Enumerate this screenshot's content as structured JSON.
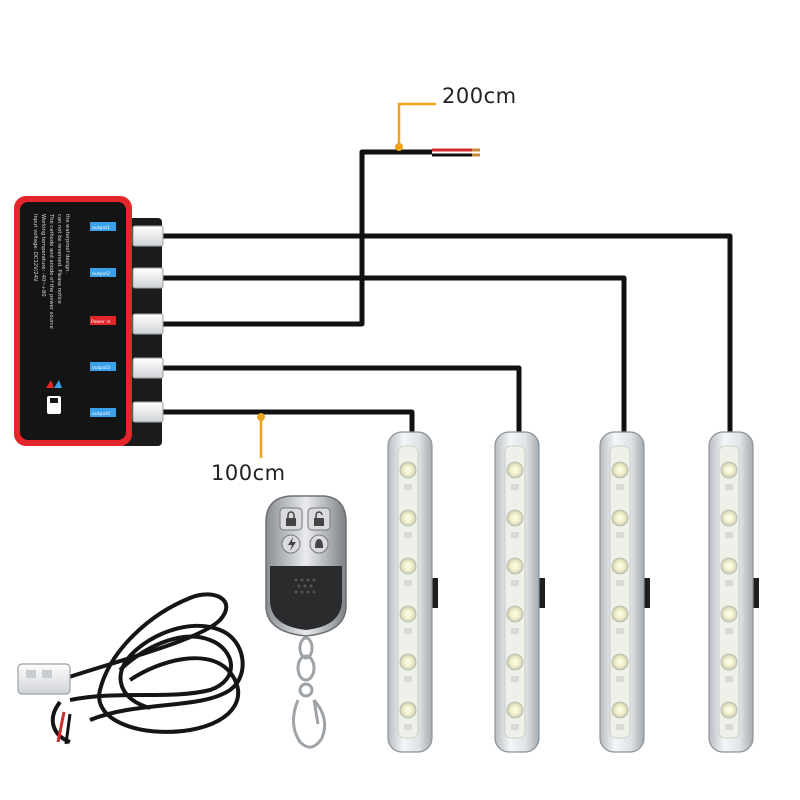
{
  "dimensions": {
    "power_cable_length": "200cm",
    "output_cable_length": "100cm"
  },
  "control_box": {
    "port_tags": [
      "output1",
      "output2",
      "Power in",
      "output3",
      "output4"
    ],
    "instructions": [
      "Input voltage: DC12V/24V",
      "Working temperature: -40~+80",
      "The cathode and anode of the power source",
      "can not be reversed. Please notice",
      "the waterproof design."
    ]
  },
  "colors": {
    "box_red": "#e3262a",
    "box_black": "#141414",
    "cable": "#111111",
    "dimension_marker": "#f0a21a",
    "port_blue": "#3aa0ea",
    "led_housing": "#e8eaec"
  },
  "items": {
    "light_bars": 4,
    "leds_per_bar": 6,
    "remote_buttons": [
      "lock-icon",
      "unlock-icon",
      "lightning-icon",
      "bell-icon"
    ]
  }
}
